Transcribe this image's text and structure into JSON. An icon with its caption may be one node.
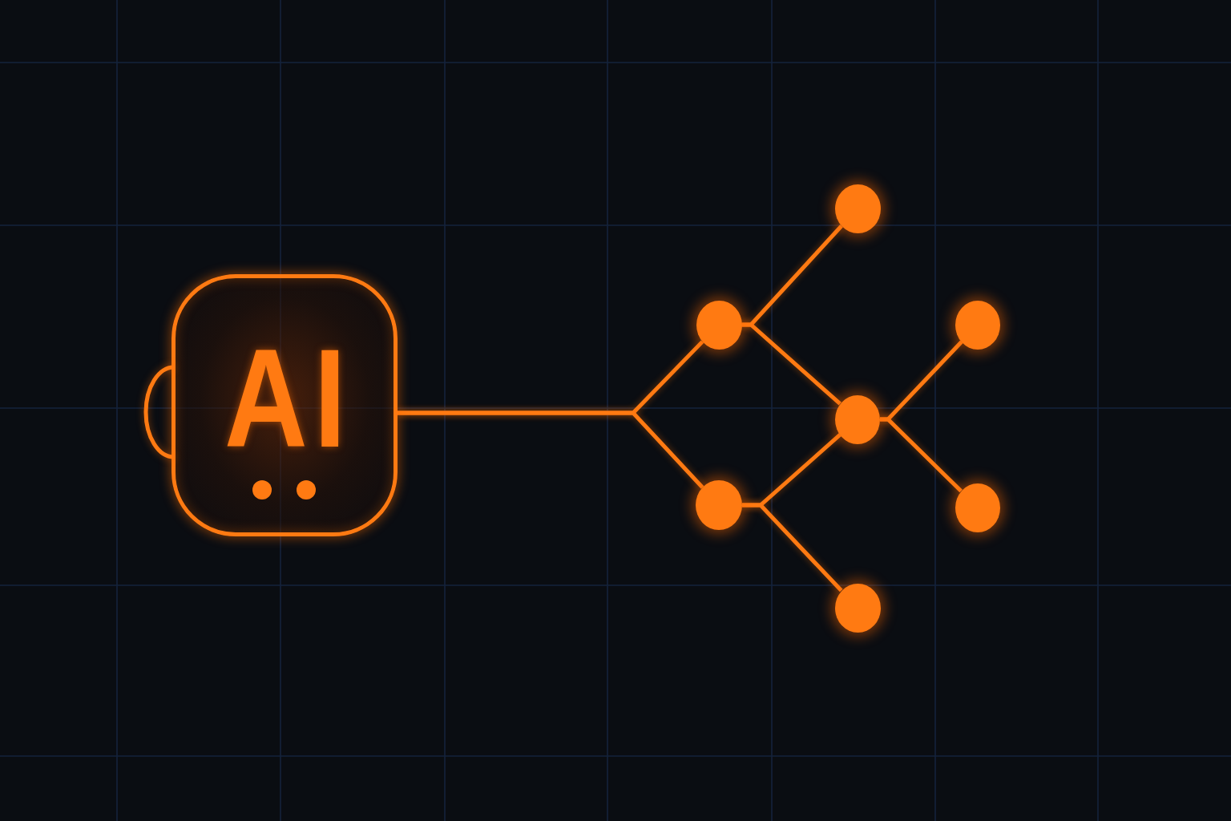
{
  "diagram": {
    "nodes": [
      {
        "text": [
          "AI"
        ]
      },
      {
        "text": [],
        "shape": "circle"
      },
      {
        "text": [],
        "shape": "circle"
      },
      {
        "text": [],
        "shape": "circle"
      },
      {
        "text": [],
        "shape": "circle"
      },
      {
        "text": [],
        "shape": "circle"
      },
      {
        "text": [],
        "shape": "circle"
      },
      {
        "text": [],
        "shape": "circle"
      }
    ],
    "edges": [
      {
        "from": 0,
        "to": 1,
        "arrow": "none"
      },
      {
        "from": 0,
        "to": 2,
        "arrow": "none"
      },
      {
        "from": 1,
        "to": 3,
        "arrow": "none"
      },
      {
        "from": 1,
        "to": 4,
        "arrow": "none"
      },
      {
        "from": 2,
        "to": 4,
        "arrow": "none"
      },
      {
        "from": 2,
        "to": 5,
        "arrow": "none"
      },
      {
        "from": 4,
        "to": 6,
        "arrow": "none"
      },
      {
        "from": 4,
        "to": 7,
        "arrow": "none"
      }
    ]
  }
}
